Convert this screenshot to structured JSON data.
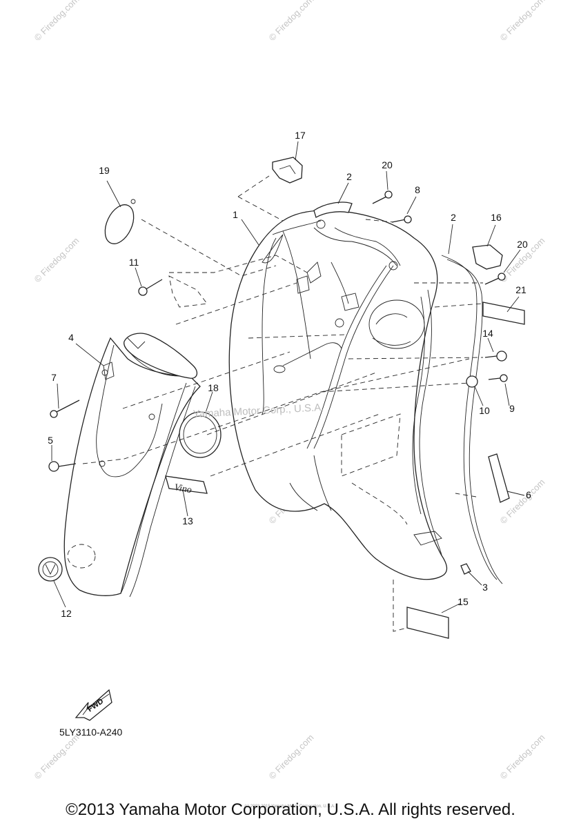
{
  "watermark": {
    "brand": "© Firedog.com",
    "center": "Yamaha Motor Corp., U.S.A."
  },
  "parts": [
    {
      "number": "1"
    },
    {
      "number": "2"
    },
    {
      "number": "2"
    },
    {
      "number": "3"
    },
    {
      "number": "4"
    },
    {
      "number": "5"
    },
    {
      "number": "6"
    },
    {
      "number": "7"
    },
    {
      "number": "8"
    },
    {
      "number": "9"
    },
    {
      "number": "10"
    },
    {
      "number": "11"
    },
    {
      "number": "12"
    },
    {
      "number": "13"
    },
    {
      "number": "14"
    },
    {
      "number": "15"
    },
    {
      "number": "16"
    },
    {
      "number": "17"
    },
    {
      "number": "18"
    },
    {
      "number": "19"
    },
    {
      "number": "20"
    },
    {
      "number": "20"
    },
    {
      "number": "21"
    }
  ],
  "direction_badge": "FWD",
  "emblem_script": "Vino",
  "diagram_code": "5LY3110-A240",
  "fine_print": "(c) 2003-2015 Yamaha Motor Corporation, U.S.A.",
  "copyright": "©2013 Yamaha Motor Corporation, U.S.A. All rights reserved."
}
